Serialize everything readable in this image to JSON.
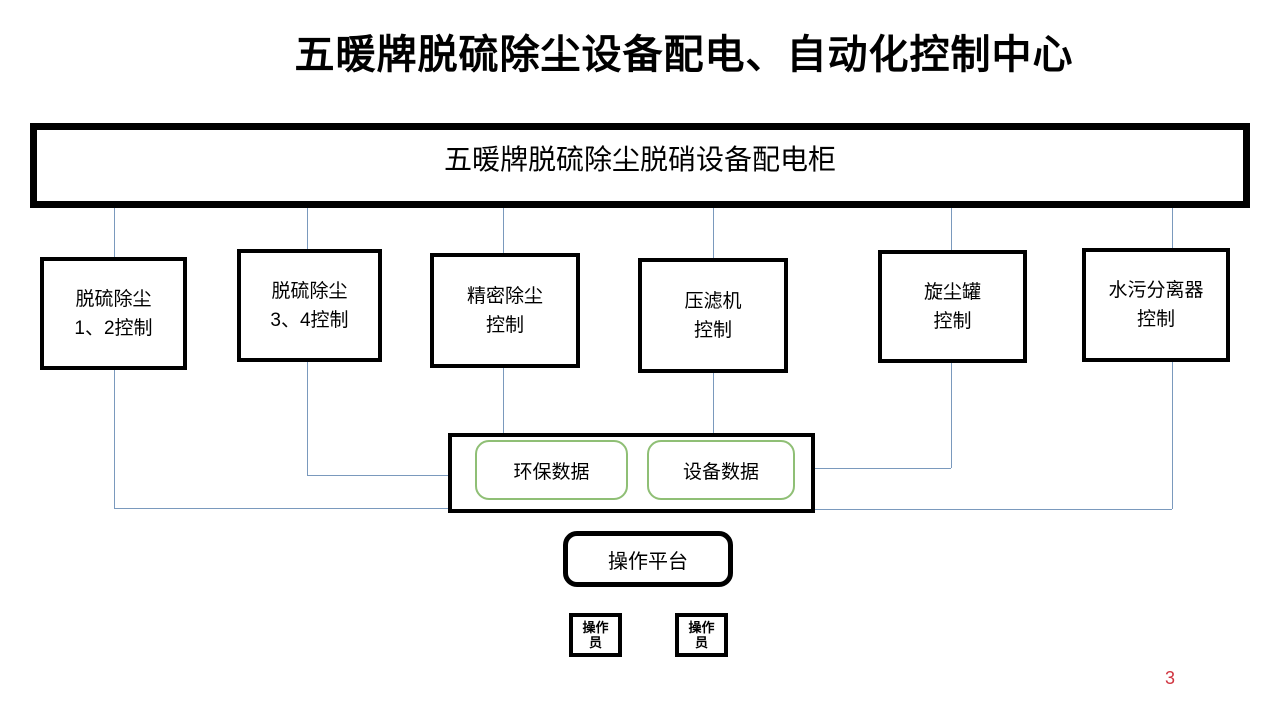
{
  "title": "五暖牌脱硫除尘设备配电、自动化控制中心",
  "main_box": {
    "label": "五暖牌脱硫除尘脱硝设备配电柜"
  },
  "control_boxes": [
    {
      "line1": "脱硫除尘",
      "line2": "1、2控制"
    },
    {
      "line1": "脱硫除尘",
      "line2": "3、4控制"
    },
    {
      "line1": "精密除尘",
      "line2": "控制"
    },
    {
      "line1": "压滤机",
      "line2": "控制"
    },
    {
      "line1": "旋尘罐",
      "line2": "控制"
    },
    {
      "line1": "水污分离器",
      "line2": "控制"
    }
  ],
  "data_panel": {
    "env_data": "环保数据",
    "device_data": "设备数据"
  },
  "platform": {
    "label": "操作平台"
  },
  "operators": [
    {
      "label": "操作员"
    },
    {
      "label": "操作员"
    }
  ],
  "page_number": "3",
  "colors": {
    "connector": "#7a99bd",
    "green": "#8fbf75",
    "page_number": "#d03540"
  }
}
